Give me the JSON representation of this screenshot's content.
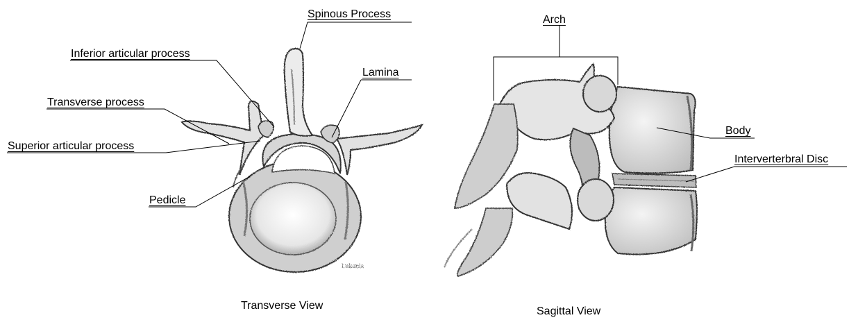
{
  "transverse": {
    "caption": "Transverse View",
    "labels": {
      "spinous_process": "Spinous Process",
      "inferior_articular_process": "Inferior articular process",
      "lamina": "Lamina",
      "transverse_process": "Transverse process",
      "superior_articular_process": "Superior articular process",
      "pedicle": "Pedicle"
    }
  },
  "sagittal": {
    "caption": "Sagittal View",
    "labels": {
      "arch": "Arch",
      "body": "Body",
      "intervertebral_disc": "Interverterbral Disc"
    }
  }
}
